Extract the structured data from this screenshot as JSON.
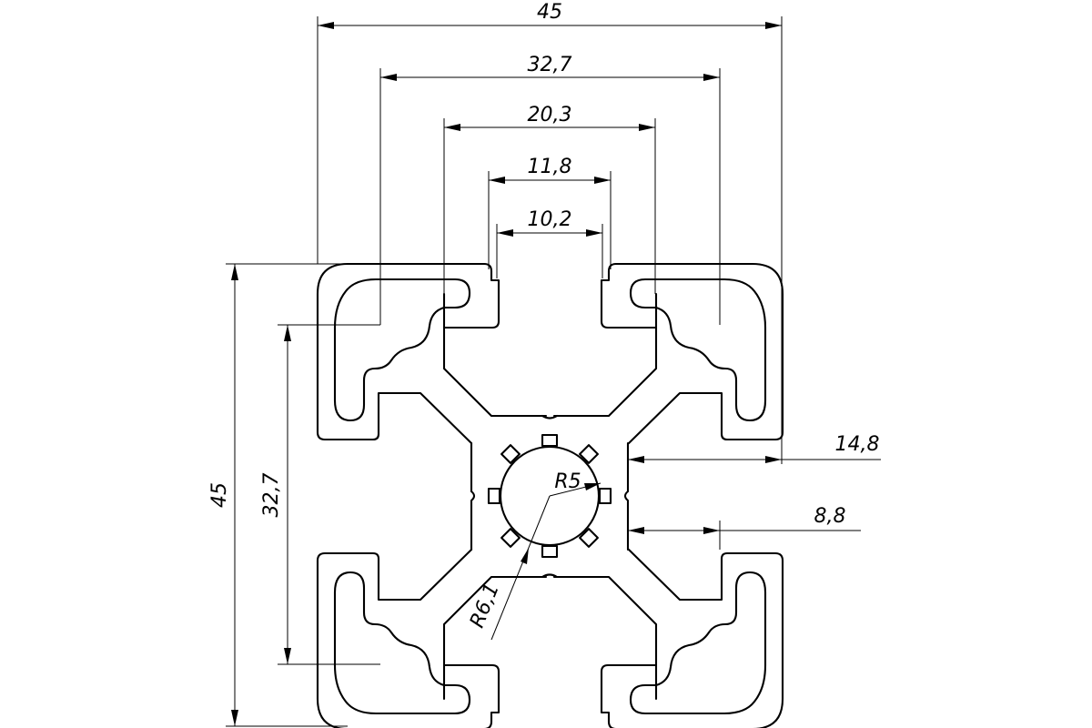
{
  "drawing": {
    "dimensions": {
      "top_overall_width": "45",
      "top_slot_pitch": "32,7",
      "top_inner_width": "20,3",
      "top_slot_opening": "11,8",
      "top_slot_neck": "10,2",
      "left_overall_height": "45",
      "left_slot_pitch": "32,7",
      "right_depth_outer": "14,8",
      "right_depth_inner": "8,8",
      "core_radius_inner": "R5",
      "core_radius_outer": "R6,1"
    }
  }
}
